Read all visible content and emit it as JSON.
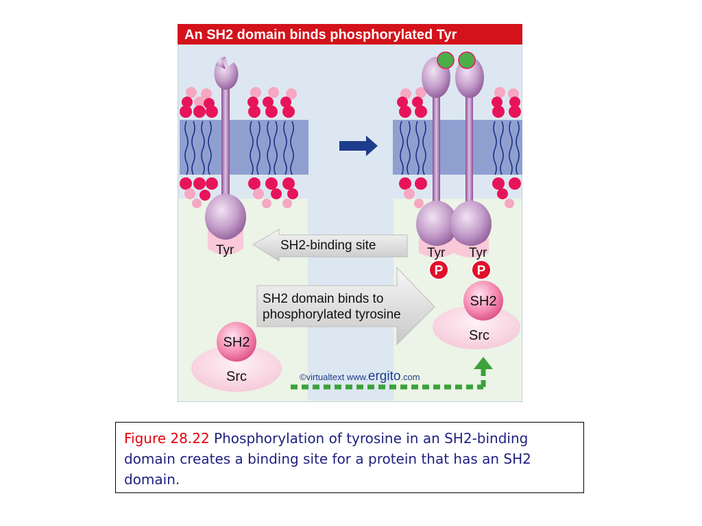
{
  "figure": {
    "title": "An SH2 domain binds phosphorylated Tyr",
    "labels": {
      "tyr_left": "Tyr",
      "tyr_right_1": "Tyr",
      "tyr_right_2": "Tyr",
      "phospho_1": "P",
      "phospho_2": "P",
      "sh2_left": "SH2",
      "src_left": "Src",
      "sh2_right": "SH2",
      "src_right": "Src",
      "sh2_binding_site": "SH2-binding site",
      "sh2_binds_line1": "SH2 domain binds to",
      "sh2_binds_line2": "phosphorylated tyrosine",
      "copyright_prefix": "©virtualtext  www.",
      "copyright_brand": "ergito",
      "copyright_suffix": ".com"
    },
    "colors": {
      "title_bar": "#d3121b",
      "background_blue": "#dde7f1",
      "background_green": "#ebf4e6",
      "membrane": "#8fa0d0",
      "lipid_head": "#e8145a",
      "lipid_head_light": "#f6a7c1",
      "receptor": "#b98cc0",
      "phosphate": "#e0102a",
      "ligand": "#4cae48",
      "arrow_blue": "#1d3c8c"
    }
  },
  "caption": {
    "figure_label": "Figure 28.22",
    "text": " Phosphorylation of tyrosine in an SH2-binding domain creates a binding site for a protein that has an SH2 domain."
  }
}
